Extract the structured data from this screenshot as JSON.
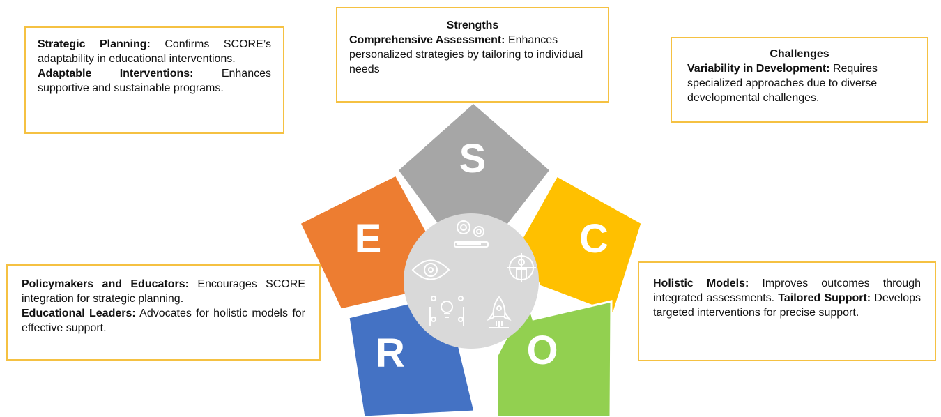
{
  "boxes": {
    "strengths": {
      "title": "Strengths",
      "items": [
        {
          "label": "Comprehensive Assessment:",
          "text": " Enhances personalized strategies by tailoring to individual needs"
        }
      ]
    },
    "challenges": {
      "title": "Challenges",
      "items": [
        {
          "label": "Variability in Development:",
          "text": " Requires specialized approaches due to diverse developmental challenges."
        }
      ]
    },
    "top_left": {
      "items": [
        {
          "label": "Strategic Planning:",
          "text": " Confirms SCORE’s adaptability in educational interventions."
        },
        {
          "label": "Adaptable Interventions:",
          "text": " Enhances supportive and sustainable programs."
        }
      ]
    },
    "bottom_left": {
      "items": [
        {
          "label": "Policymakers and Educators:",
          "text": " Encourages SCORE integration for strategic planning."
        },
        {
          "label": "Educational Leaders:",
          "text": " Advocates for holistic models for effective support."
        }
      ]
    },
    "bottom_right": {
      "items": [
        {
          "label": "Holistic Models:",
          "text": " Improves outcomes through integrated assessments. "
        },
        {
          "label": "Tailored Support:",
          "text": " Develops targeted interventions for precise support."
        }
      ]
    }
  },
  "petals": {
    "s": {
      "letter": "S",
      "color": "#a6a6a6"
    },
    "c": {
      "letter": "C",
      "color": "#ffc000"
    },
    "o": {
      "letter": "O",
      "color": "#92d050"
    },
    "r": {
      "letter": "R",
      "color": "#4472c4"
    },
    "e": {
      "letter": "E",
      "color": "#ed7d31"
    }
  },
  "center": {
    "color": "#d9d9d9",
    "icons": [
      "gears-progress-icon",
      "person-target-icon",
      "rocket-icon",
      "team-idea-icon",
      "eye-icon"
    ]
  },
  "colors": {
    "box_border": "#f5c142"
  }
}
